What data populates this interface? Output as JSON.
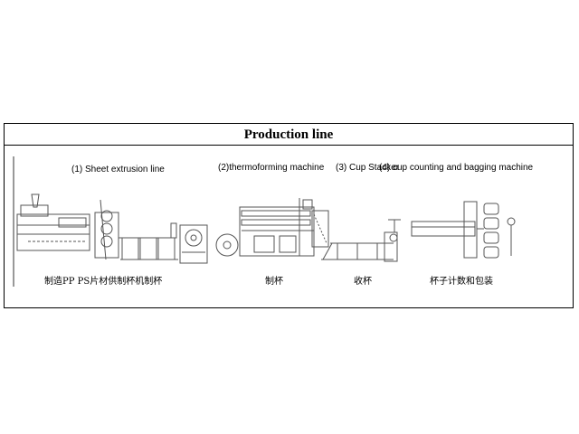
{
  "title": "Production line",
  "stages": [
    {
      "label": "(1) Sheet extrusion line",
      "caption": "制造PP PS片材供制杯机制杯"
    },
    {
      "label": "(2)thermoforming machine",
      "caption": "制杯"
    },
    {
      "label": "(3) Cup Stacker",
      "caption": "收杯"
    },
    {
      "label": "(4) cup counting and bagging machine",
      "caption": "杯子计数和包装"
    }
  ],
  "colors": {
    "line": "#555555",
    "border": "#000000"
  }
}
